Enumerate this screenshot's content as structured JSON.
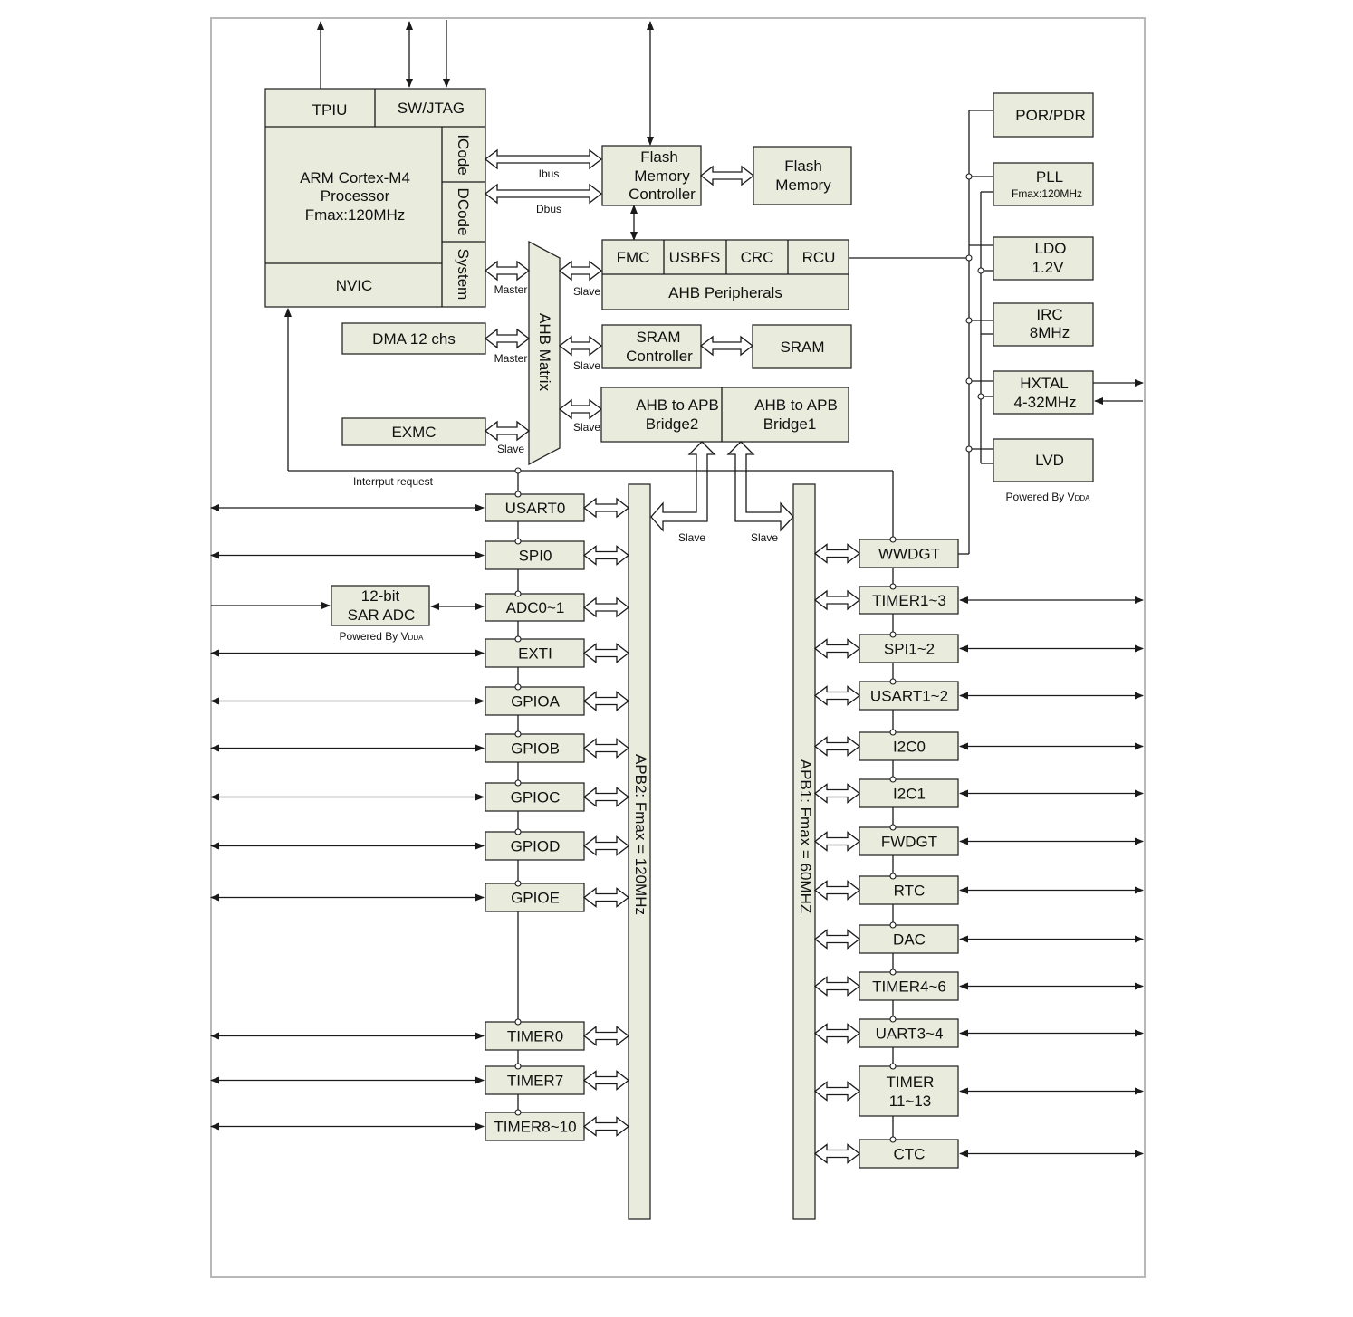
{
  "core": {
    "tpiu": "TPIU",
    "swjtag": "SW/JTAG",
    "cpu_line1": "ARM Cortex-M4",
    "cpu_line2": "Processor",
    "cpu_line3": "Fmax:120MHz",
    "nvic": "NVIC",
    "icode": "ICode",
    "dcode": "DCode",
    "system": "System"
  },
  "bus_labels": {
    "ibus": "Ibus",
    "dbus": "Dbus",
    "master": "Master",
    "slave": "Slave",
    "interrupt_request": "Interrput request"
  },
  "flash": {
    "controller_line1": "Flash",
    "controller_line2": "Memory",
    "controller_line3": "Controller",
    "memory_line1": "Flash",
    "memory_line2": "Memory"
  },
  "ahb": {
    "matrix": "AHB Matrix",
    "fmc": "FMC",
    "usbfs": "USBFS",
    "crc": "CRC",
    "rcu": "RCU",
    "peripherals": "AHB Peripherals",
    "sram_ctrl_line1": "SRAM",
    "sram_ctrl_line2": "Controller",
    "sram": "SRAM",
    "bridge2_line1": "AHB to APB",
    "bridge2_line2": "Bridge2",
    "bridge1_line1": "AHB to APB",
    "bridge1_line2": "Bridge1"
  },
  "masters": {
    "dma": "DMA 12 chs",
    "exmc": "EXMC"
  },
  "clock_power": {
    "por_pdr": "POR/PDR",
    "pll": "PLL",
    "pll_sub": "Fmax:120MHz",
    "ldo_line1": "LDO",
    "ldo_line2": "1.2V",
    "irc_line1": "IRC",
    "irc_line2": "8MHz",
    "hxtal_line1": "HXTAL",
    "hxtal_line2": "4-32MHz",
    "lvd": "LVD",
    "powered_by": "Powered By V",
    "powered_by_sub": "DDA"
  },
  "apb2": {
    "bus_label": "APB2: Fmax = 120MHz",
    "peripherals": [
      "USART0",
      "SPI0",
      "ADC0~1",
      "EXTI",
      "GPIOA",
      "GPIOB",
      "GPIOC",
      "GPIOD",
      "GPIOE",
      "TIMER0",
      "TIMER7",
      "TIMER8~10"
    ]
  },
  "adc": {
    "line1": "12-bit",
    "line2": "SAR ADC",
    "powered_by": "Powered By V",
    "powered_by_sub": "DDA"
  },
  "apb1": {
    "bus_label": "APB1: Fmax = 60MHZ",
    "peripherals": [
      "WWDGT",
      "TIMER1~3",
      "SPI1~2",
      "USART1~2",
      "I2C0",
      "I2C1",
      "FWDGT",
      "RTC",
      "DAC",
      "TIMER4~6",
      "UART3~4",
      "TIMER",
      "CTC"
    ],
    "timer_11_13_line2": "11~13"
  }
}
